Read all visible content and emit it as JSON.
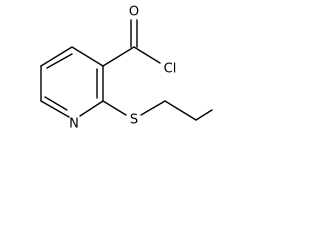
{
  "molecule": {
    "atoms": {
      "carbonyl_o": "O",
      "chlorine": "Cl",
      "ring_n": "N",
      "sulfur": "S"
    }
  }
}
